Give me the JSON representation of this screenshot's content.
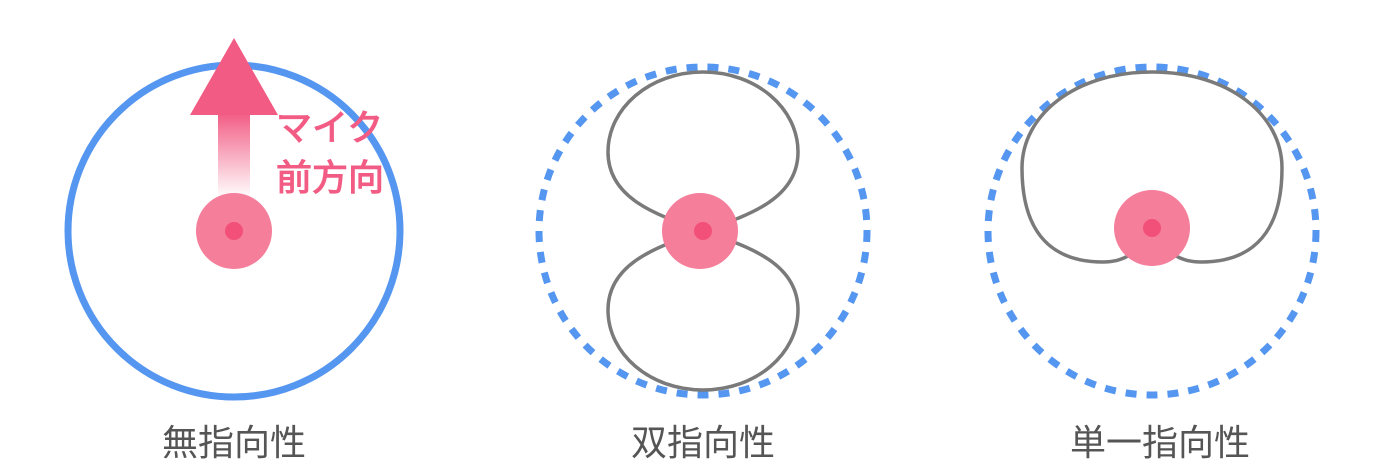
{
  "colors": {
    "field": "#5596f0",
    "pattern": "#7a7a7a",
    "mic": "#f57e9b",
    "mic_center": "#f25079",
    "arrow": "#f25c84",
    "caption": "#555555"
  },
  "arrow_label": {
    "line1": "マイク",
    "line2": "前方向"
  },
  "patterns": [
    {
      "caption": "無指向性",
      "shape": "omnidirectional"
    },
    {
      "caption": "双指向性",
      "shape": "bidirectional"
    },
    {
      "caption": "単一指向性",
      "shape": "cardioid"
    }
  ]
}
